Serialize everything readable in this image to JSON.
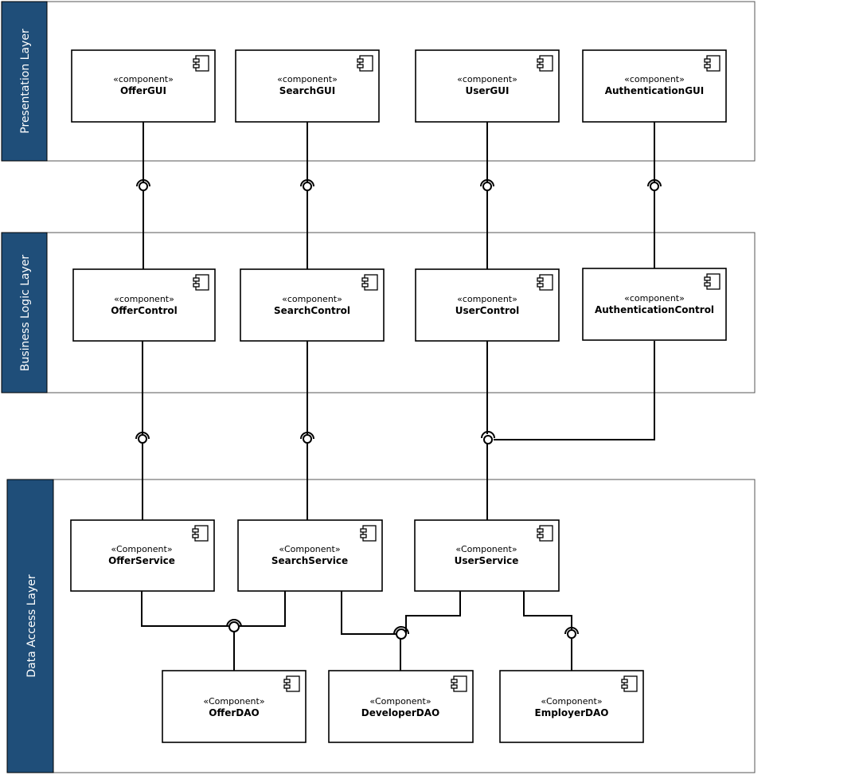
{
  "colors": {
    "lane_fill": "#1f4e79",
    "line": "#000000",
    "background": "#ffffff"
  },
  "layers": [
    {
      "id": "presentation",
      "label": "Presentation Layer"
    },
    {
      "id": "business",
      "label": "Business Logic Layer"
    },
    {
      "id": "data",
      "label": "Data Access Layer"
    }
  ],
  "components": [
    {
      "id": "offer-gui",
      "stereotype": "«component»",
      "name": "OfferGUI"
    },
    {
      "id": "search-gui",
      "stereotype": "«component»",
      "name": "SearchGUI"
    },
    {
      "id": "user-gui",
      "stereotype": "«component»",
      "name": "UserGUI"
    },
    {
      "id": "auth-gui",
      "stereotype": "«component»",
      "name": "AuthenticationGUI"
    },
    {
      "id": "offer-control",
      "stereotype": "«component»",
      "name": "OfferControl"
    },
    {
      "id": "search-control",
      "stereotype": "«component»",
      "name": "SearchControl"
    },
    {
      "id": "user-control",
      "stereotype": "«component»",
      "name": "UserControl"
    },
    {
      "id": "auth-control",
      "stereotype": "«component»",
      "name": "AuthenticationControl"
    },
    {
      "id": "offer-service",
      "stereotype": "«Component»",
      "name": "OfferService"
    },
    {
      "id": "search-service",
      "stereotype": "«Component»",
      "name": "SearchService"
    },
    {
      "id": "user-service",
      "stereotype": "«Component»",
      "name": "UserService"
    },
    {
      "id": "offer-dao",
      "stereotype": "«Component»",
      "name": "OfferDAO"
    },
    {
      "id": "developer-dao",
      "stereotype": "«Component»",
      "name": "DeveloperDAO"
    },
    {
      "id": "employer-dao",
      "stereotype": "«Component»",
      "name": "EmployerDAO"
    }
  ],
  "connections": [
    {
      "requirer": "offer-gui",
      "provider": "offer-control"
    },
    {
      "requirer": "search-gui",
      "provider": "search-control"
    },
    {
      "requirer": "user-gui",
      "provider": "user-control"
    },
    {
      "requirer": "auth-gui",
      "provider": "auth-control"
    },
    {
      "requirer": "offer-control",
      "provider": "offer-service"
    },
    {
      "requirer": "search-control",
      "provider": "search-service"
    },
    {
      "requirer": "user-control",
      "provider": "user-service"
    },
    {
      "requirer": "auth-control",
      "provider": "user-service"
    },
    {
      "requirer": "offer-service",
      "provider": "offer-dao"
    },
    {
      "requirer": "search-service",
      "provider": "offer-dao"
    },
    {
      "requirer": "search-service",
      "provider": "developer-dao"
    },
    {
      "requirer": "user-service",
      "provider": "developer-dao"
    },
    {
      "requirer": "user-service",
      "provider": "employer-dao"
    }
  ]
}
